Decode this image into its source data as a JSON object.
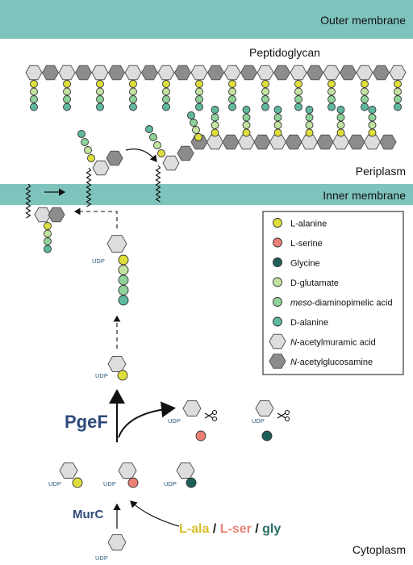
{
  "labels": {
    "outer_membrane": "Outer membrane",
    "peptidoglycan": "Peptidoglycan",
    "periplasm": "Periplasm",
    "inner_membrane": "Inner membrane",
    "cytoplasm": "Cytoplasm",
    "pgef": "PgeF",
    "murc": "MurC",
    "udp": "UDP",
    "amino_acids": [
      {
        "text": "L-ala",
        "color": "#d8c02a"
      },
      {
        "text": " / ",
        "color": "#222222"
      },
      {
        "text": "L-ser",
        "color": "#e8857a"
      },
      {
        "text": " / ",
        "color": "#222222"
      },
      {
        "text": "gly",
        "color": "#2a6e66"
      }
    ]
  },
  "legend": [
    {
      "label": "L-alanine",
      "color": "#dede3c",
      "shape": "circle"
    },
    {
      "label": "L-serine",
      "color": "#ea7f74",
      "shape": "circle"
    },
    {
      "label": "Glycine",
      "color": "#1f5f5b",
      "shape": "circle"
    },
    {
      "label": "D-glutamate",
      "color": "#c3e3a1",
      "shape": "circle"
    },
    {
      "label_italic": "meso",
      "label": "-diaminopimelic acid",
      "color": "#8fd29a",
      "shape": "circle"
    },
    {
      "label": "D-alanine",
      "color": "#5fb8a0",
      "shape": "circle"
    },
    {
      "label_italic": "N",
      "label": "-acetylmuramic acid",
      "color": "#dddddd",
      "shape": "hexagon"
    },
    {
      "label_italic": "N",
      "label": "-acetylglucosamine",
      "color": "#8c8c8c",
      "shape": "hexagon"
    }
  ],
  "colors": {
    "membrane": "#7ec4bd",
    "murnac": "#dddddd",
    "glcnac": "#8c8c8c",
    "enzyme_text": "#2e4a7a"
  }
}
